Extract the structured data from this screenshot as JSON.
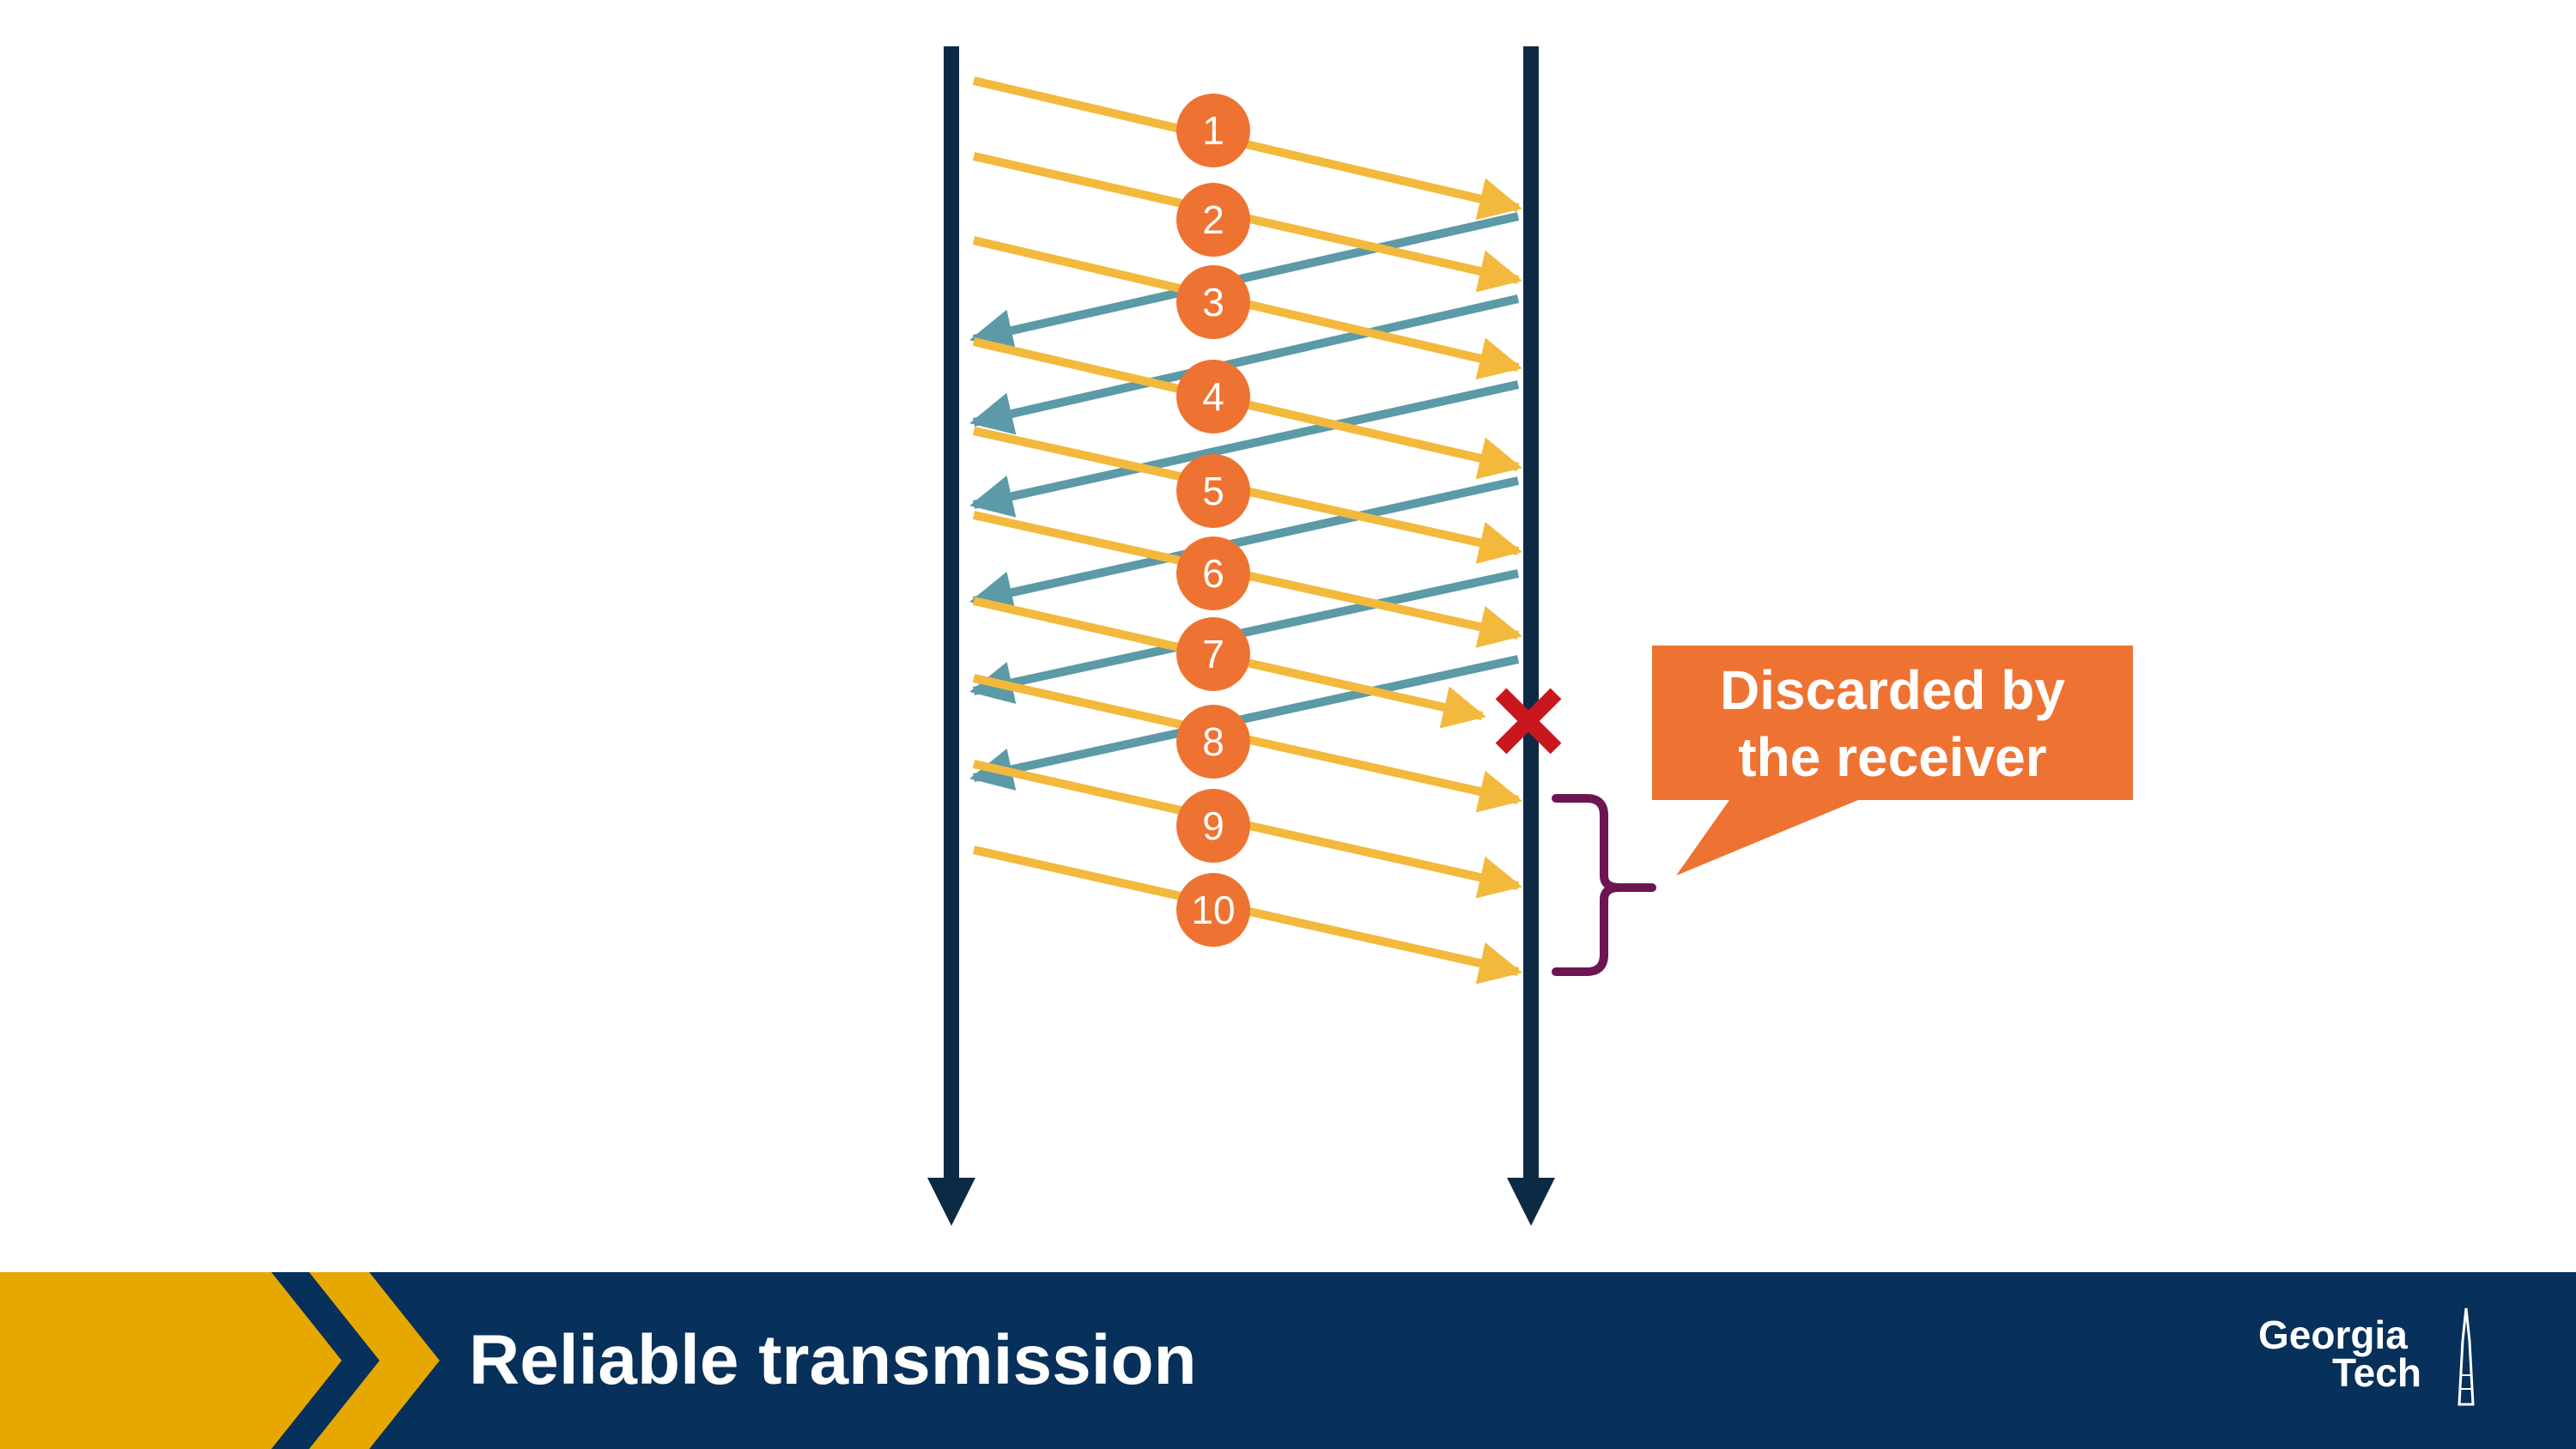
{
  "slide": {
    "title": "Reliable transmission",
    "logo_line1": "Georgia",
    "logo_line2": "Tech"
  },
  "diagram": {
    "sequence_labels": [
      "1",
      "2",
      "3",
      "4",
      "5",
      "6",
      "7",
      "8",
      "9",
      "10"
    ],
    "lost_packet": "7",
    "discarded_packets": [
      "8",
      "9",
      "10"
    ],
    "callout_line1": "Discarded by",
    "callout_line2": "the receiver"
  },
  "colors": {
    "timeline": "#0c2a44",
    "data_arrow": "#f2b93d",
    "ack_arrow": "#5b9aa6",
    "label_circle": "#ee7332",
    "loss_mark": "#c8171e",
    "brace": "#6b1552",
    "callout": "#ee7332",
    "footer_bg": "#07305a",
    "footer_gold": "#e6a800"
  },
  "icons": {
    "loss": "x-mark-icon",
    "logo": "georgia-tech-logo"
  }
}
